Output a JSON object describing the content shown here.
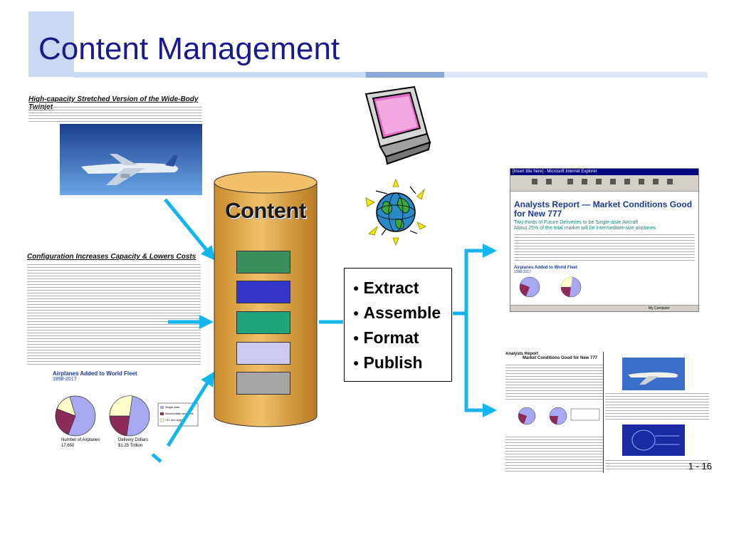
{
  "slide": {
    "title": "Content Management",
    "page_number": "1 - 16"
  },
  "left_docs": {
    "doc1_heading": "High-capacity Stretched Version of the Wide-Body Twinjet",
    "doc2_heading": "Configuration Increases Capacity & Lowers Costs",
    "chart_title": "Airplanes Added to World Fleet",
    "chart_subtitle": "1998-2017",
    "legend": [
      "Single aisle",
      "Intermediate size aisle",
      "747 and larger"
    ],
    "pie1_label": "Number of Airplanes\n17,650",
    "pie2_label": "Delivery Dollars\n$1.25 Trillion"
  },
  "cylinder": {
    "label": "Content",
    "slab_colors": [
      "#3a8f5c",
      "#3434c8",
      "#1fa37a",
      "#ccccf2",
      "#a6a6a6"
    ]
  },
  "steps": [
    "Extract",
    "Assemble",
    "Format",
    "Publish"
  ],
  "browser": {
    "window_title": "[Insert title here] - Microsoft Internet Explorer",
    "heading": "Analysts Report — Market Conditions Good for New 777",
    "subheading": "Two-thirds of Future Deliveries to be Single-aisle Aircraft\nAbout 25% of the total market will be intermediate-size airplanes",
    "chart_title": "Airplanes Added to World Fleet",
    "chart_subtitle": "1998-2017",
    "status": "My Computer"
  },
  "printed_report": {
    "title_line1": "Analysts Report",
    "title_line2": "Market Conditions Good for New 777"
  },
  "colors": {
    "title": "#1a1a8c",
    "arrow": "#14b4ec",
    "cylinder": "#e0a547",
    "pie_purple": "#8c2a5a",
    "pie_lavender": "#a8a8f2",
    "pie_cream": "#ffffcc"
  },
  "icons": [
    "monitor-icon",
    "globe-icon",
    "airplane-icon"
  ]
}
